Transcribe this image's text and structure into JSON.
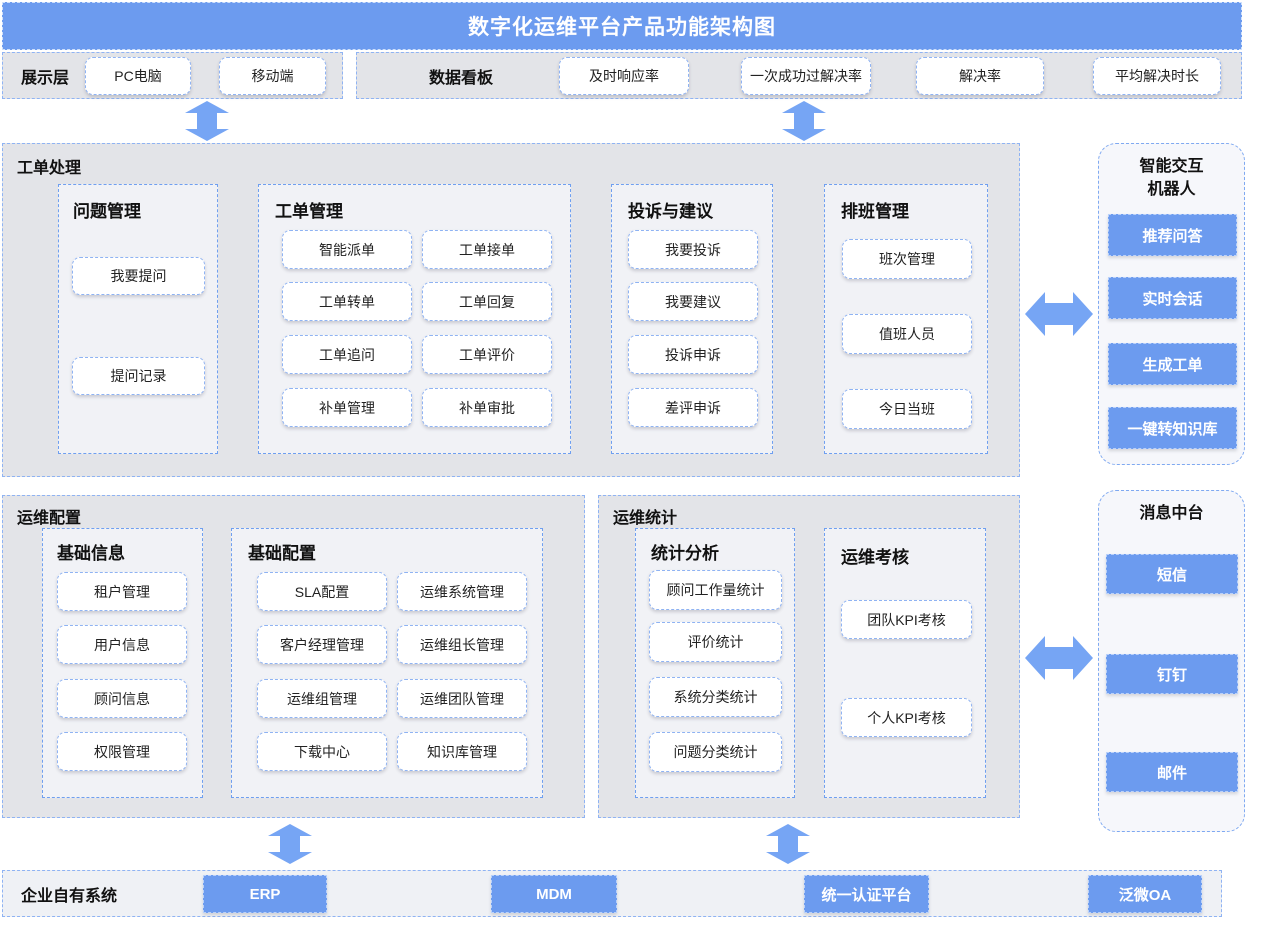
{
  "title": "数字化运维平台产品功能架构图",
  "display_layer": {
    "label": "展示层",
    "items": [
      "PC电脑",
      "移动端"
    ]
  },
  "dashboard": {
    "label": "数据看板",
    "items": [
      "及时响应率",
      "一次成功过解决率",
      "解决率",
      "平均解决时长"
    ]
  },
  "ticket": {
    "label": "工单处理",
    "panels": [
      {
        "title": "问题管理",
        "items": [
          "我要提问",
          "提问记录"
        ]
      },
      {
        "title": "工单管理",
        "items": [
          "智能派单",
          "工单接单",
          "工单转单",
          "工单回复",
          "工单追问",
          "工单评价",
          "补单管理",
          "补单审批"
        ]
      },
      {
        "title": "投诉与建议",
        "items": [
          "我要投诉",
          "我要建议",
          "投诉申诉",
          "差评申诉"
        ]
      },
      {
        "title": "排班管理",
        "items": [
          "班次管理",
          "值班人员",
          "今日当班"
        ]
      }
    ]
  },
  "robot": {
    "title_line1": "智能交互",
    "title_line2": "机器人",
    "items": [
      "推荐问答",
      "实时会话",
      "生成工单",
      "一键转知识库"
    ]
  },
  "ops_config": {
    "label": "运维配置",
    "panels": [
      {
        "title": "基础信息",
        "items": [
          "租户管理",
          "用户信息",
          "顾问信息",
          "权限管理"
        ]
      },
      {
        "title": "基础配置",
        "items": [
          "SLA配置",
          "运维系统管理",
          "客户经理管理",
          "运维组长管理",
          "运维组管理",
          "运维团队管理",
          "下载中心",
          "知识库管理"
        ]
      }
    ]
  },
  "ops_stats": {
    "label": "运维统计",
    "panels": [
      {
        "title": "统计分析",
        "items": [
          "顾问工作量统计",
          "评价统计",
          "系统分类统计",
          "问题分类统计"
        ]
      },
      {
        "title": "运维考核",
        "items": [
          "团队KPI考核",
          "个人KPI考核"
        ]
      }
    ]
  },
  "message": {
    "title": "消息中台",
    "items": [
      "短信",
      "钉钉",
      "邮件"
    ]
  },
  "enterprise": {
    "label": "企业自有系统",
    "items": [
      "ERP",
      "MDM",
      "统一认证平台",
      "泛微OA"
    ]
  },
  "colors": {
    "accent_blue": "#6C9BEF",
    "arrow_blue": "#76A5F4",
    "section_gray": "#E3E4E8",
    "panel_gray": "#F1F2F6",
    "card_bg": "#F6F7FB",
    "bottom_gray": "#EFF1F5",
    "dashed_border_blue": "#6f9ff0"
  }
}
